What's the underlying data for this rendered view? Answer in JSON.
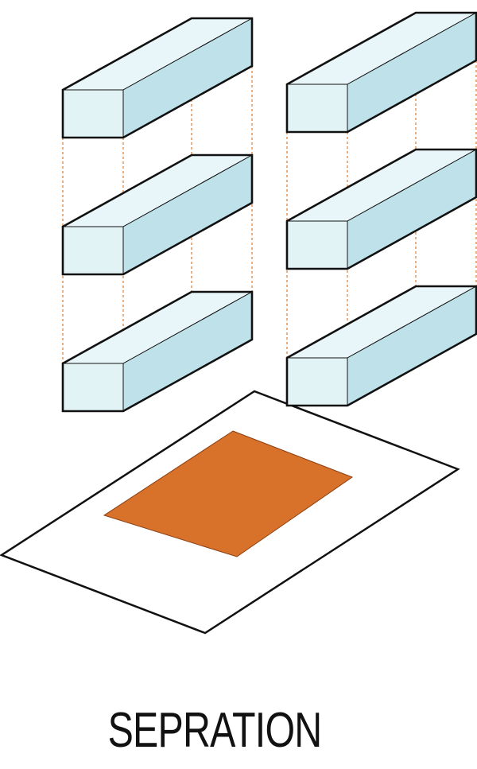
{
  "caption": "SEPRATION",
  "colors": {
    "box_front": "#e2f3f6",
    "box_top": "#e9f6f9",
    "box_side": "#bfe2ea",
    "outline": "#111111",
    "guide_line": "#e07a30",
    "site_fill": "#ffffff",
    "footprint_fill": "#d8712a"
  },
  "stacks": [
    {
      "name": "left-stack",
      "boxes": 3
    },
    {
      "name": "right-stack",
      "boxes": 3
    }
  ]
}
